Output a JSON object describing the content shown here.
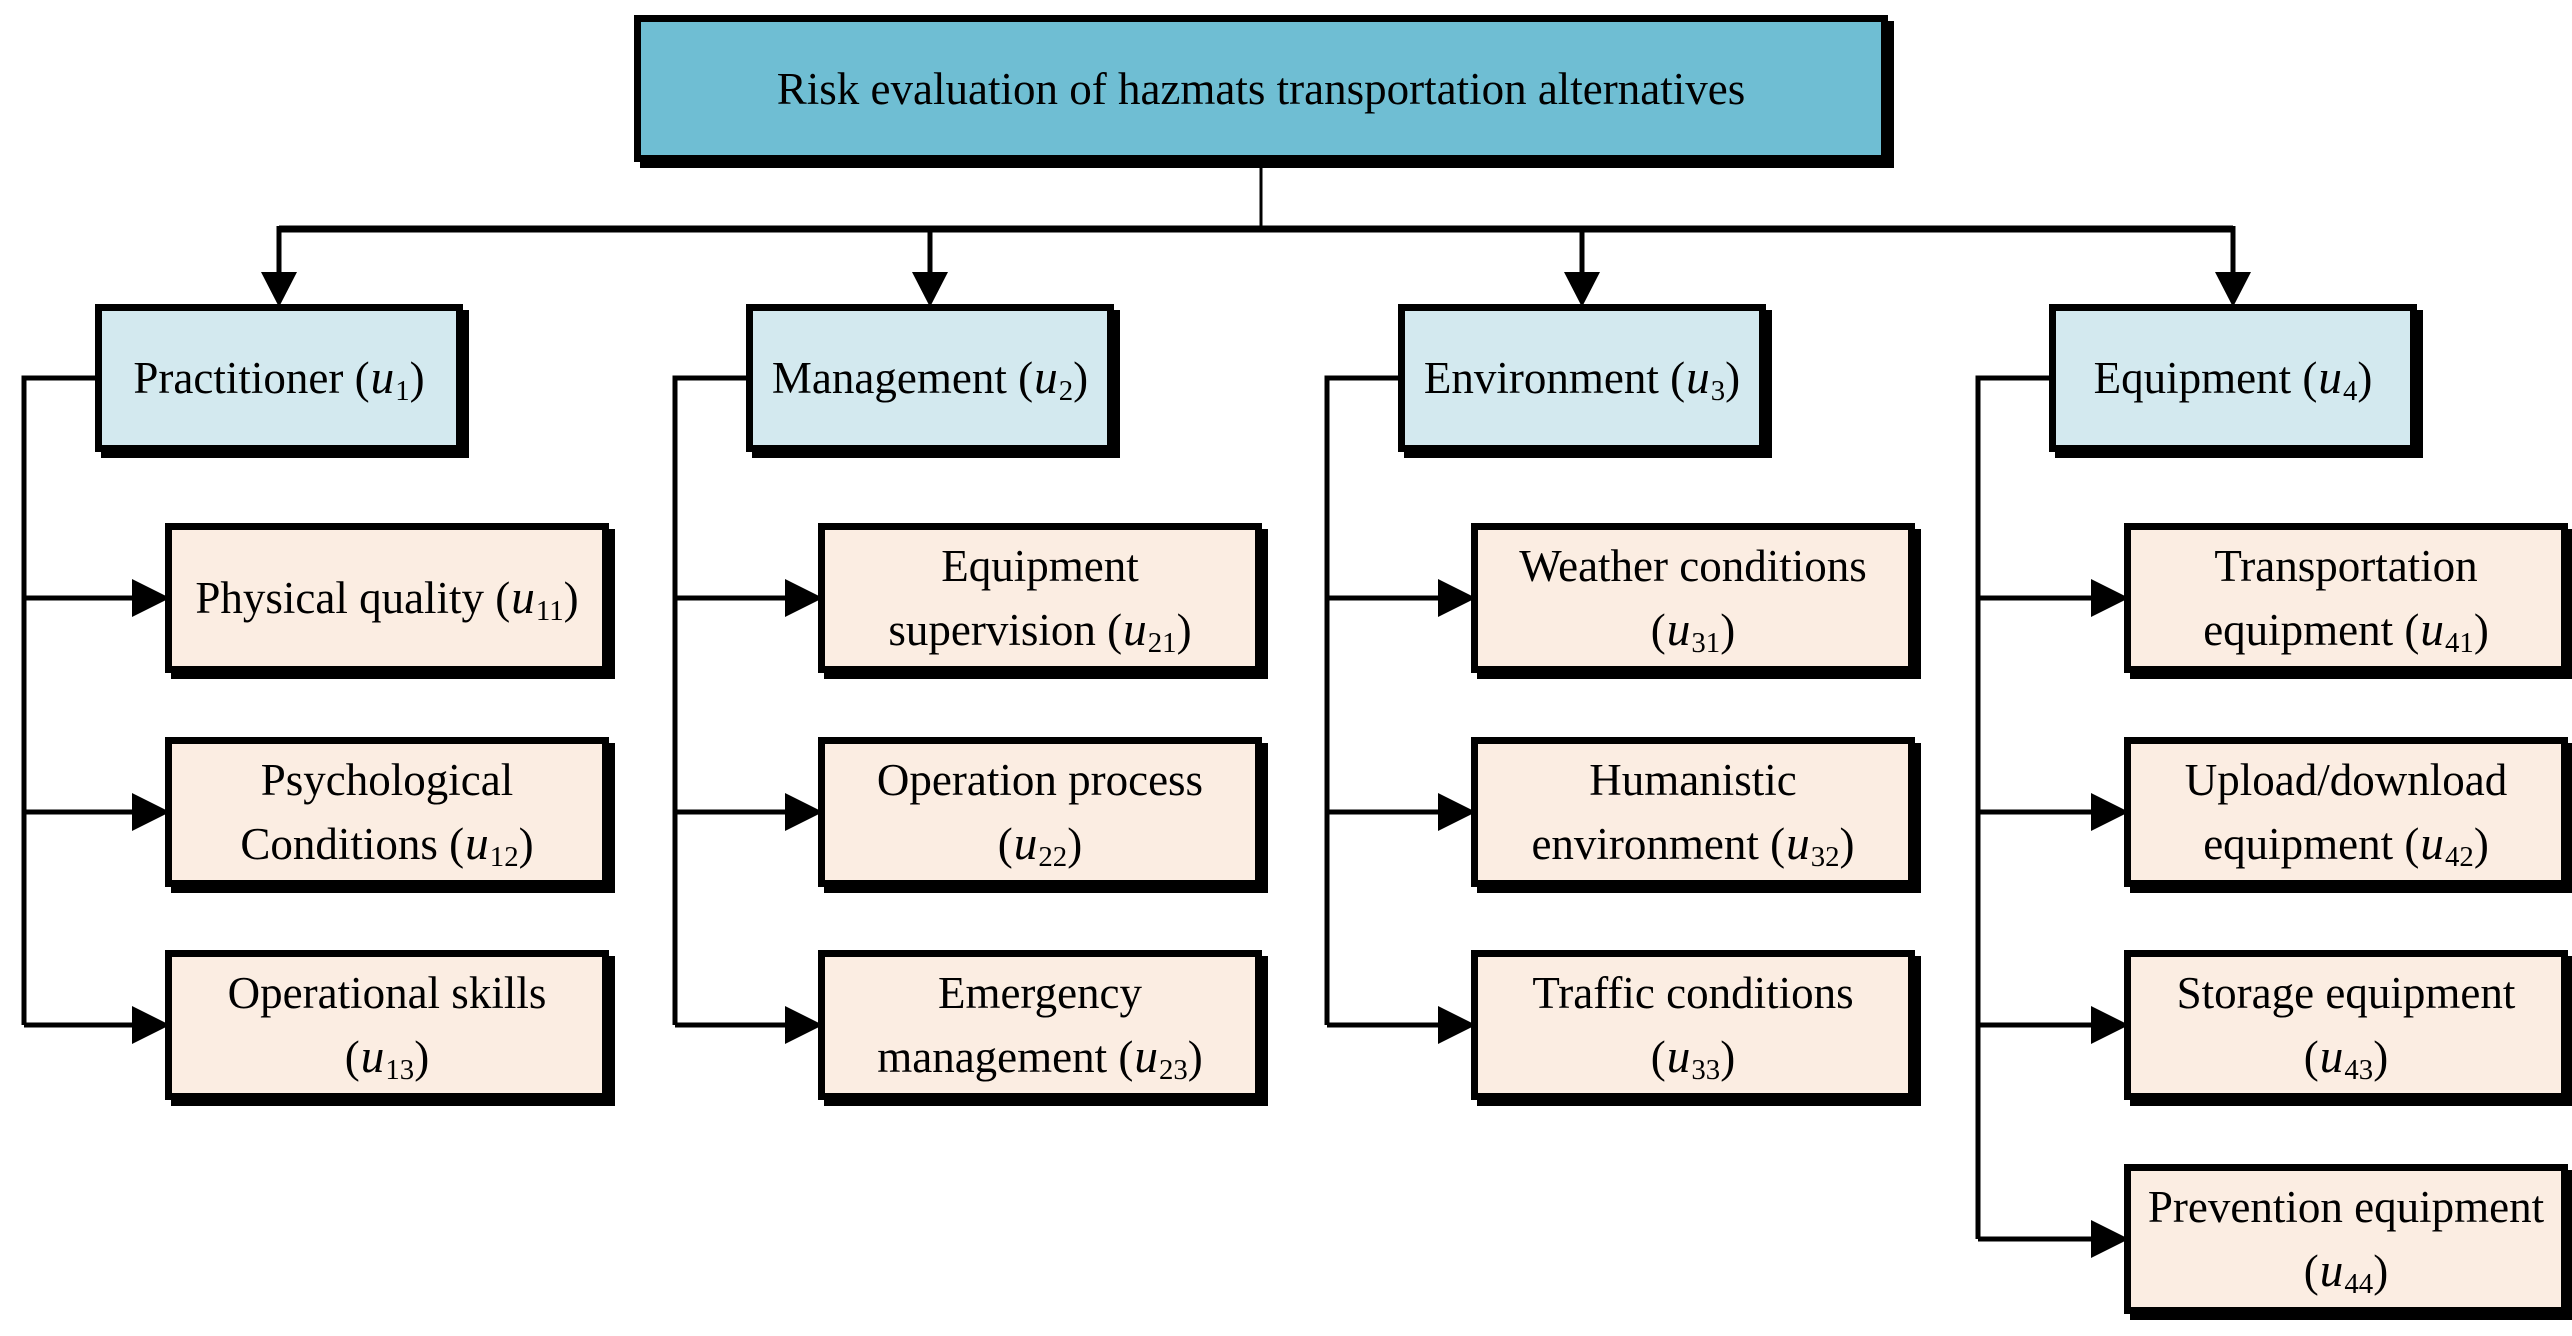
{
  "colors": {
    "root_fill": "#6FBED3",
    "category_fill": "#D3E9EF",
    "sub_fill": "#FBEDE2",
    "line_color": "#000000"
  },
  "diagram": {
    "root": {
      "id": "goal",
      "label": [
        [
          {
            "t": "Risk evaluation of hazmats transportation alternatives"
          }
        ]
      ]
    },
    "columns": [
      {
        "category": {
          "id": "u1",
          "label": [
            [
              {
                "t": "Practitioner ("
              },
              {
                "v": "u",
                "sub": "1"
              },
              {
                "t": ")"
              }
            ]
          ]
        },
        "children": [
          {
            "id": "u11",
            "label": [
              [
                {
                  "t": "Physical quality ("
                },
                {
                  "v": "u",
                  "sub": "11"
                },
                {
                  "t": ")"
                }
              ]
            ]
          },
          {
            "id": "u12",
            "label": [
              [
                {
                  "t": "Psychological"
                }
              ],
              [
                {
                  "t": "Conditions ("
                },
                {
                  "v": "u",
                  "sub": "12"
                },
                {
                  "t": ")"
                }
              ]
            ]
          },
          {
            "id": "u13",
            "label": [
              [
                {
                  "t": "Operational skills"
                }
              ],
              [
                {
                  "t": "("
                },
                {
                  "v": "u",
                  "sub": "13"
                },
                {
                  "t": ")"
                }
              ]
            ]
          }
        ]
      },
      {
        "category": {
          "id": "u2",
          "label": [
            [
              {
                "t": "Management ("
              },
              {
                "v": "u",
                "sub": "2"
              },
              {
                "t": ")"
              }
            ]
          ]
        },
        "children": [
          {
            "id": "u21",
            "label": [
              [
                {
                  "t": "Equipment"
                }
              ],
              [
                {
                  "t": "supervision ("
                },
                {
                  "v": "u",
                  "sub": "21"
                },
                {
                  "t": ")"
                }
              ]
            ]
          },
          {
            "id": "u22",
            "label": [
              [
                {
                  "t": "Operation process"
                }
              ],
              [
                {
                  "t": "("
                },
                {
                  "v": "u",
                  "sub": "22"
                },
                {
                  "t": ")"
                }
              ]
            ]
          },
          {
            "id": "u23",
            "label": [
              [
                {
                  "t": "Emergency"
                }
              ],
              [
                {
                  "t": "management ("
                },
                {
                  "v": "u",
                  "sub": "23"
                },
                {
                  "t": ")"
                }
              ]
            ]
          }
        ]
      },
      {
        "category": {
          "id": "u3",
          "label": [
            [
              {
                "t": "Environment ("
              },
              {
                "v": "u",
                "sub": "3"
              },
              {
                "t": ")"
              }
            ]
          ]
        },
        "children": [
          {
            "id": "u31",
            "label": [
              [
                {
                  "t": "Weather conditions"
                }
              ],
              [
                {
                  "t": "("
                },
                {
                  "v": "u",
                  "sub": "31"
                },
                {
                  "t": ")"
                }
              ]
            ]
          },
          {
            "id": "u32",
            "label": [
              [
                {
                  "t": "Humanistic"
                }
              ],
              [
                {
                  "t": "environment ("
                },
                {
                  "v": "u",
                  "sub": "32"
                },
                {
                  "t": ")"
                }
              ]
            ]
          },
          {
            "id": "u33",
            "label": [
              [
                {
                  "t": "Traffic conditions"
                }
              ],
              [
                {
                  "t": "("
                },
                {
                  "v": "u",
                  "sub": "33"
                },
                {
                  "t": ")"
                }
              ]
            ]
          }
        ]
      },
      {
        "category": {
          "id": "u4",
          "label": [
            [
              {
                "t": "Equipment ("
              },
              {
                "v": "u",
                "sub": "4"
              },
              {
                "t": ")"
              }
            ]
          ]
        },
        "children": [
          {
            "id": "u41",
            "label": [
              [
                {
                  "t": "Transportation"
                }
              ],
              [
                {
                  "t": "equipment ("
                },
                {
                  "v": "u",
                  "sub": "41"
                },
                {
                  "t": ")"
                }
              ]
            ]
          },
          {
            "id": "u42",
            "label": [
              [
                {
                  "t": "Upload/download"
                }
              ],
              [
                {
                  "t": "equipment ("
                },
                {
                  "v": "u",
                  "sub": "42"
                },
                {
                  "t": ")"
                }
              ]
            ]
          },
          {
            "id": "u43",
            "label": [
              [
                {
                  "t": "Storage equipment"
                }
              ],
              [
                {
                  "t": "("
                },
                {
                  "v": "u",
                  "sub": "43"
                },
                {
                  "t": ")"
                }
              ]
            ]
          },
          {
            "id": "u44",
            "label": [
              [
                {
                  "t": "Prevention equipment"
                }
              ],
              [
                {
                  "t": "("
                },
                {
                  "v": "u",
                  "sub": "44"
                },
                {
                  "t": ")"
                }
              ]
            ]
          }
        ]
      }
    ]
  }
}
